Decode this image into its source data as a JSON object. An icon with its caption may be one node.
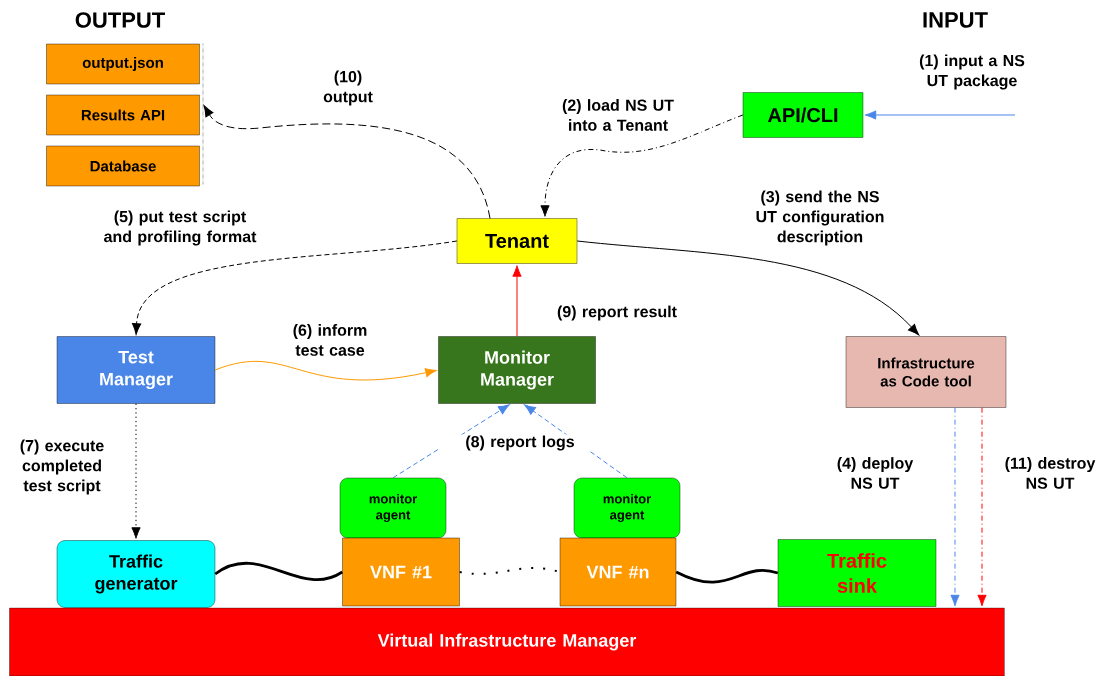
{
  "diagram": {
    "nodes": [
      {
        "text": [
          "output.json"
        ]
      },
      {
        "text": [
          "Results API"
        ]
      },
      {
        "text": [
          "Database"
        ]
      },
      {
        "text": [],
        "shape": "bar"
      },
      {
        "text": [
          "API/CLI"
        ]
      },
      {
        "text": [
          "Tenant"
        ]
      },
      {
        "text": [
          "Test Manager"
        ]
      },
      {
        "text": [
          "Monitor Manager"
        ]
      },
      {
        "text": [
          "Infrastructure as Code tool"
        ]
      },
      {
        "text": [
          "monitor agent"
        ]
      },
      {
        "text": [
          "monitor agent"
        ]
      },
      {
        "text": [
          "Traffic generator"
        ]
      },
      {
        "text": [
          "VNF #1"
        ]
      },
      {
        "text": [
          "VNF #n"
        ]
      },
      {
        "text": [
          "Traffic sink"
        ]
      },
      {
        "text": [
          "Virtual Infrastructure Manager"
        ]
      }
    ],
    "edges": [
      {
        "from": null,
        "to": 4,
        "arrow": "to",
        "label": "(1) input a NS UT package",
        "color": "#4a86e8"
      },
      {
        "from": 4,
        "to": 5,
        "arrow": "to",
        "label": "(2) load NS UT into a Tenant",
        "style": "dashed"
      },
      {
        "from": 5,
        "to": 8,
        "arrow": "to",
        "label": "(3) send the NS UT configuration description"
      },
      {
        "from": 8,
        "to": 15,
        "arrow": "to",
        "label": "(4) deploy NS UT",
        "style": "dashed",
        "color": "#4a86e8"
      },
      {
        "from": 5,
        "to": 6,
        "arrow": "to",
        "label": "(5) put test script and profiling format",
        "style": "dashed"
      },
      {
        "from": 6,
        "to": 7,
        "arrow": "to",
        "label": "(6) inform test case",
        "color": "#ff9900"
      },
      {
        "from": 6,
        "to": 11,
        "arrow": "to",
        "label": "(7) execute completed test script",
        "style": "dashed"
      },
      {
        "from": 9,
        "to": 7,
        "arrow": "to",
        "label": "(8)  report logs",
        "style": "dashed",
        "color": "#4a86e8"
      },
      {
        "from": 10,
        "to": 7,
        "arrow": "to",
        "style": "dashed",
        "color": "#4a86e8"
      },
      {
        "from": 7,
        "to": 5,
        "arrow": "to",
        "label": "(9)  report result",
        "color": "#ff0000"
      },
      {
        "from": 5,
        "to": 3,
        "arrow": "to",
        "label": "(10) output",
        "style": "dashed"
      },
      {
        "from": 8,
        "to": 15,
        "arrow": "to",
        "label": "(11) destroy NS UT",
        "style": "dashed",
        "color": "#ff0000"
      },
      {
        "from": 11,
        "to": 12,
        "arrow": "none",
        "style": "thick"
      },
      {
        "from": 12,
        "to": 13,
        "arrow": "none",
        "style": "dashed"
      },
      {
        "from": 13,
        "to": 14,
        "arrow": "none",
        "style": "thick"
      }
    ],
    "labels": [
      "OUTPUT",
      "INPUT"
    ]
  }
}
